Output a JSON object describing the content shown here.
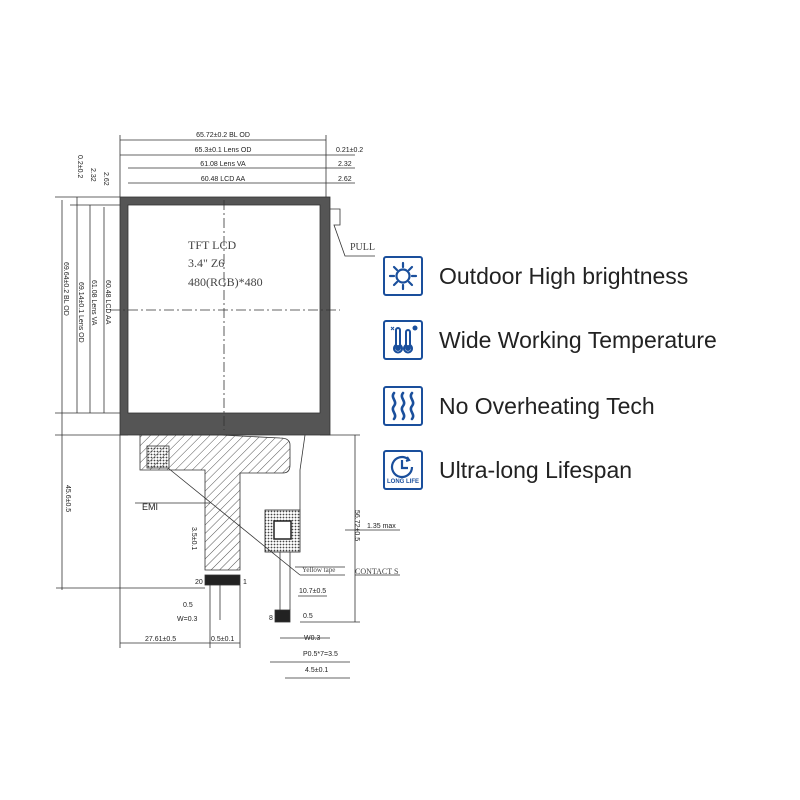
{
  "drawing": {
    "top_dims": [
      "65.72±0.2 BL OD",
      "65.3±0.1 Lens OD",
      "61.08 Lens VA",
      "60.48 LCD AA"
    ],
    "right_top_dims": [
      "0.21±0.2",
      "2.32",
      "2.62"
    ],
    "left_small_dims": [
      "0.2±0.2",
      "2.32",
      "2.62"
    ],
    "left_dims": [
      "69.64±0.2 BL OD",
      "69.14±0.1 Lens OD",
      "61.08 Lens VA",
      "60.48 LCD AA"
    ],
    "pull": "PULL",
    "panel_text": [
      "TFT LCD",
      "3.4\" Z6",
      "480(RGB)*480"
    ],
    "emi": "EMI",
    "fpc_height": "45.6±0.5",
    "tail_len": "3.5±0.1",
    "pin_20": "20",
    "pin_1": "1",
    "pitch_05": "0.5",
    "width_03": "W=0.3",
    "offset": "27.61±0.5",
    "conn_w": "0.5±0.1",
    "total_height": "56.72±0.5",
    "max_thick": "1.35 max",
    "yellow_tape": "Yellow tape",
    "contact": "CONTACT S",
    "tail2": "10.7±0.5",
    "pitch2": "0.5",
    "pin_8": "8",
    "w2": "W0.3",
    "p2": "P0.5*7=3.5",
    "w_total": "4.5±0.1"
  },
  "features": [
    {
      "icon": "sun-icon",
      "label": "Outdoor High brightness"
    },
    {
      "icon": "thermometer-icon",
      "label": "Wide Working Temperature"
    },
    {
      "icon": "heat-waves-icon",
      "label": "No Overheating Tech"
    },
    {
      "icon": "clock-icon",
      "label": "Ultra-long Lifespan",
      "badge": "LONG LIFE"
    }
  ],
  "colors": {
    "accent": "#1a4f9c"
  }
}
